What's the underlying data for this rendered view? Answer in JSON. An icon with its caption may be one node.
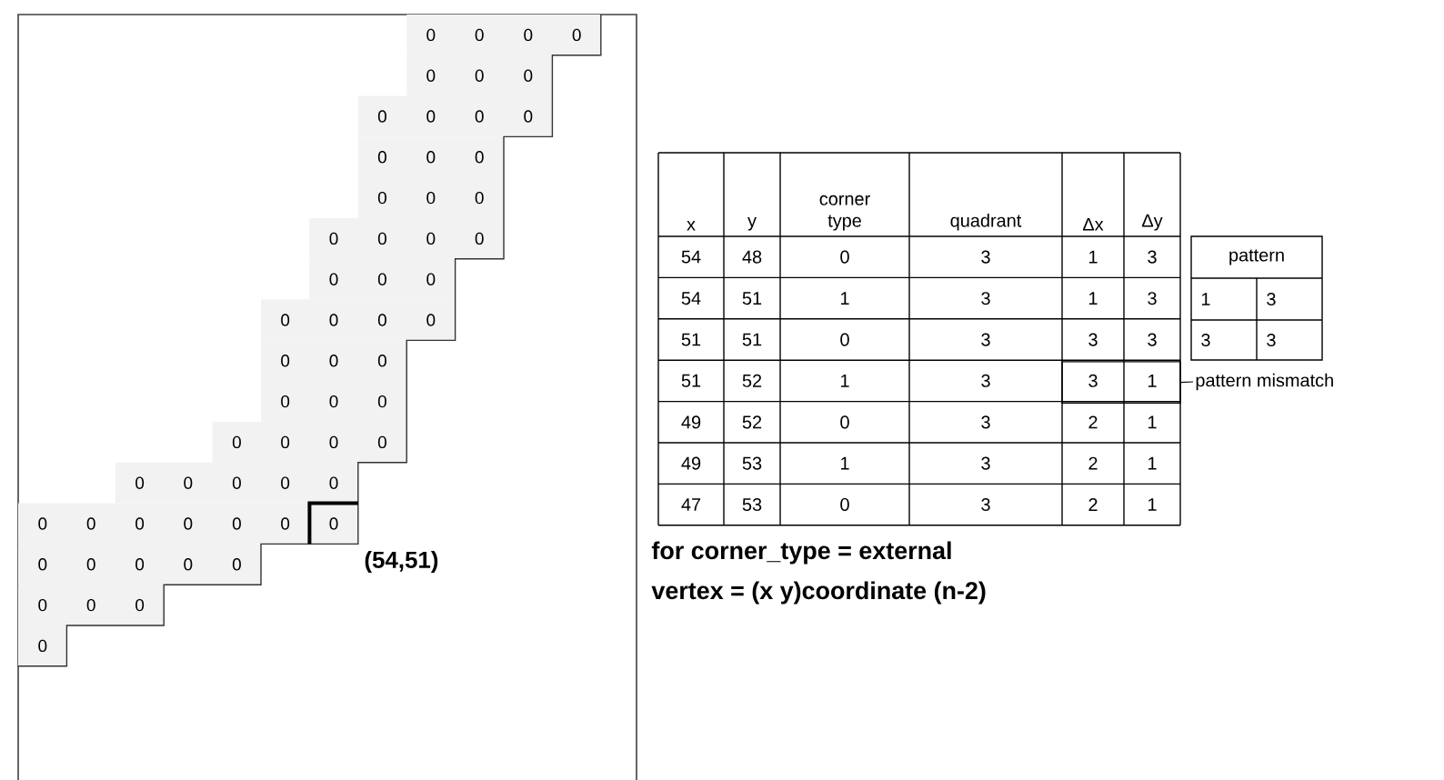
{
  "diagram": {
    "nodes": [
      {
        "text": [
          "pattern mismatch"
        ]
      },
      {
        "text": [],
        "shape": "box"
      }
    ],
    "edges": [
      {
        "from": 0,
        "to": 1,
        "arrow": "none"
      }
    ],
    "labels": [
      "0",
      "0",
      "0",
      "0",
      "0",
      "0",
      "0",
      "0",
      "0",
      "0",
      "0",
      "0",
      "0",
      "0",
      "0",
      "0",
      "0",
      "0",
      "0",
      "0",
      "0",
      "0",
      "0",
      "0",
      "0",
      "0",
      "0",
      "0",
      "0",
      "0",
      "0",
      "0",
      "0",
      "0",
      "0",
      "0",
      "0",
      "0",
      "0",
      "0",
      "0",
      "0",
      "0",
      "0",
      "0",
      "0",
      "0",
      "0",
      "0",
      "0",
      "0",
      "0",
      "0",
      "0",
      "0",
      "0",
      "0",
      "0",
      "0",
      "(54,51)",
      "x",
      "y",
      "corner type",
      "quadrant",
      "Δx",
      "Δy",
      "54",
      "48",
      "0",
      "3",
      "1",
      "3",
      "54",
      "51",
      "1",
      "3",
      "1",
      "3",
      "51",
      "51",
      "0",
      "3",
      "3",
      "3",
      "51",
      "52",
      "1",
      "3",
      "3",
      "1",
      "49",
      "52",
      "0",
      "3",
      "2",
      "1",
      "49",
      "53",
      "1",
      "3",
      "2",
      "1",
      "47",
      "53",
      "0",
      "3",
      "2",
      "1",
      "pattern",
      "1",
      "3",
      "3",
      "3",
      "for corner_type = external",
      "vertex = (x y)coordinate (n-2)"
    ]
  }
}
